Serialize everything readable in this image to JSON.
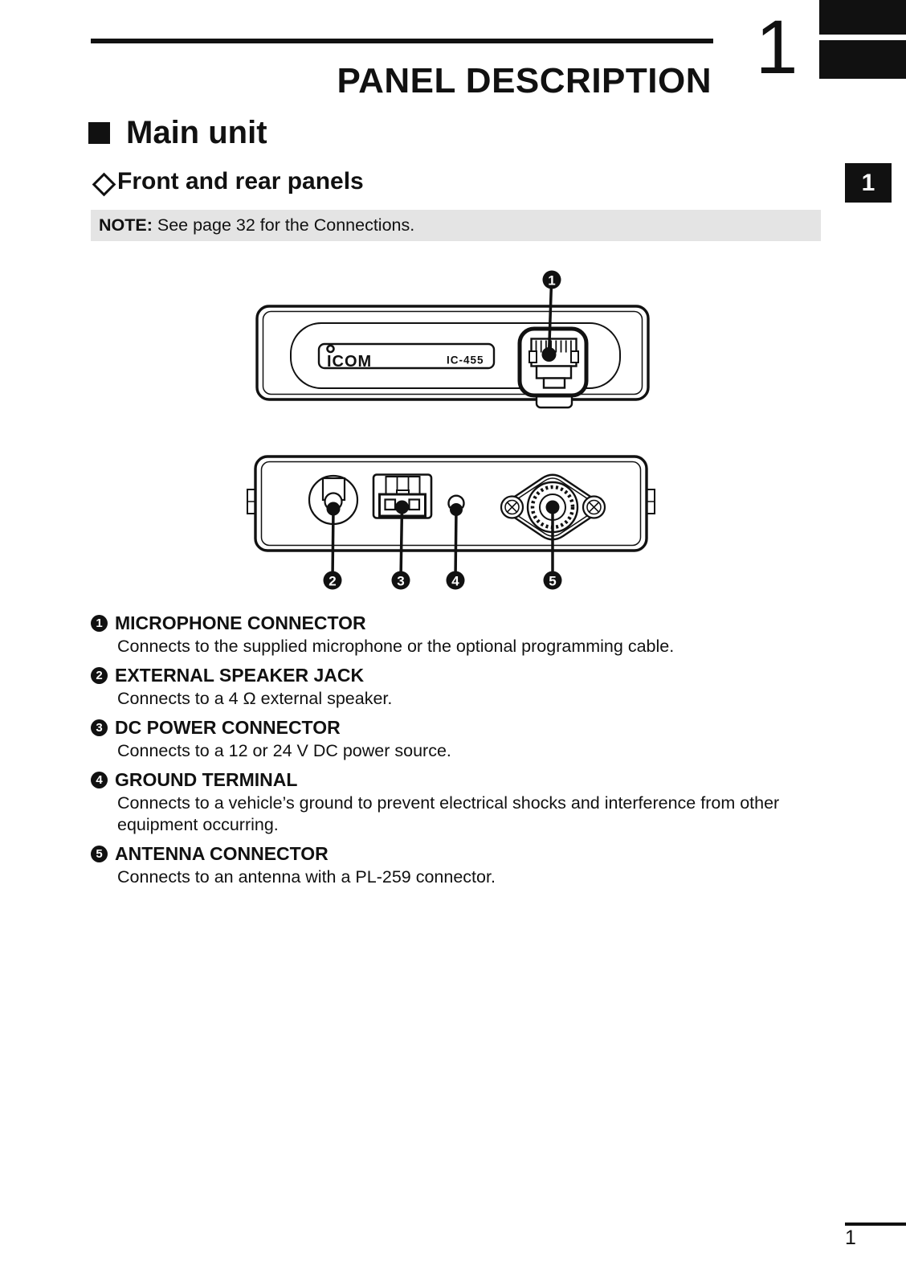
{
  "page": {
    "title": "PANEL DESCRIPTION",
    "chapter_number": "1",
    "side_tab": "1",
    "page_number": "1"
  },
  "sections": {
    "main_heading": "Main unit",
    "sub_heading": "Front and rear panels"
  },
  "note": {
    "label": "NOTE:",
    "text": " See page 32 for the Connections."
  },
  "diagram": {
    "front_panel": {
      "brand": "ICOM",
      "model": "IC-455",
      "callout": "1"
    },
    "rear_panel": {
      "callouts": [
        "2",
        "3",
        "4",
        "5"
      ]
    }
  },
  "items": [
    {
      "num": "1",
      "title": "MICROPHONE CONNECTOR",
      "desc": "Connects to the supplied microphone or the optional programming cable."
    },
    {
      "num": "2",
      "title": "EXTERNAL SPEAKER JACK",
      "desc": "Connects to a 4 Ω external speaker."
    },
    {
      "num": "3",
      "title": "DC POWER CONNECTOR",
      "desc": "Connects to a 12 or 24 V DC power source."
    },
    {
      "num": "4",
      "title": "GROUND TERMINAL",
      "desc": "Connects to a vehicle’s ground to prevent electrical shocks and interference from other equipment occurring."
    },
    {
      "num": "5",
      "title": "ANTENNA CONNECTOR",
      "desc": "Connects to an antenna with a PL-259 connector."
    }
  ],
  "colors": {
    "ink": "#111111",
    "note_bg": "#e4e4e4",
    "paper": "#ffffff"
  }
}
